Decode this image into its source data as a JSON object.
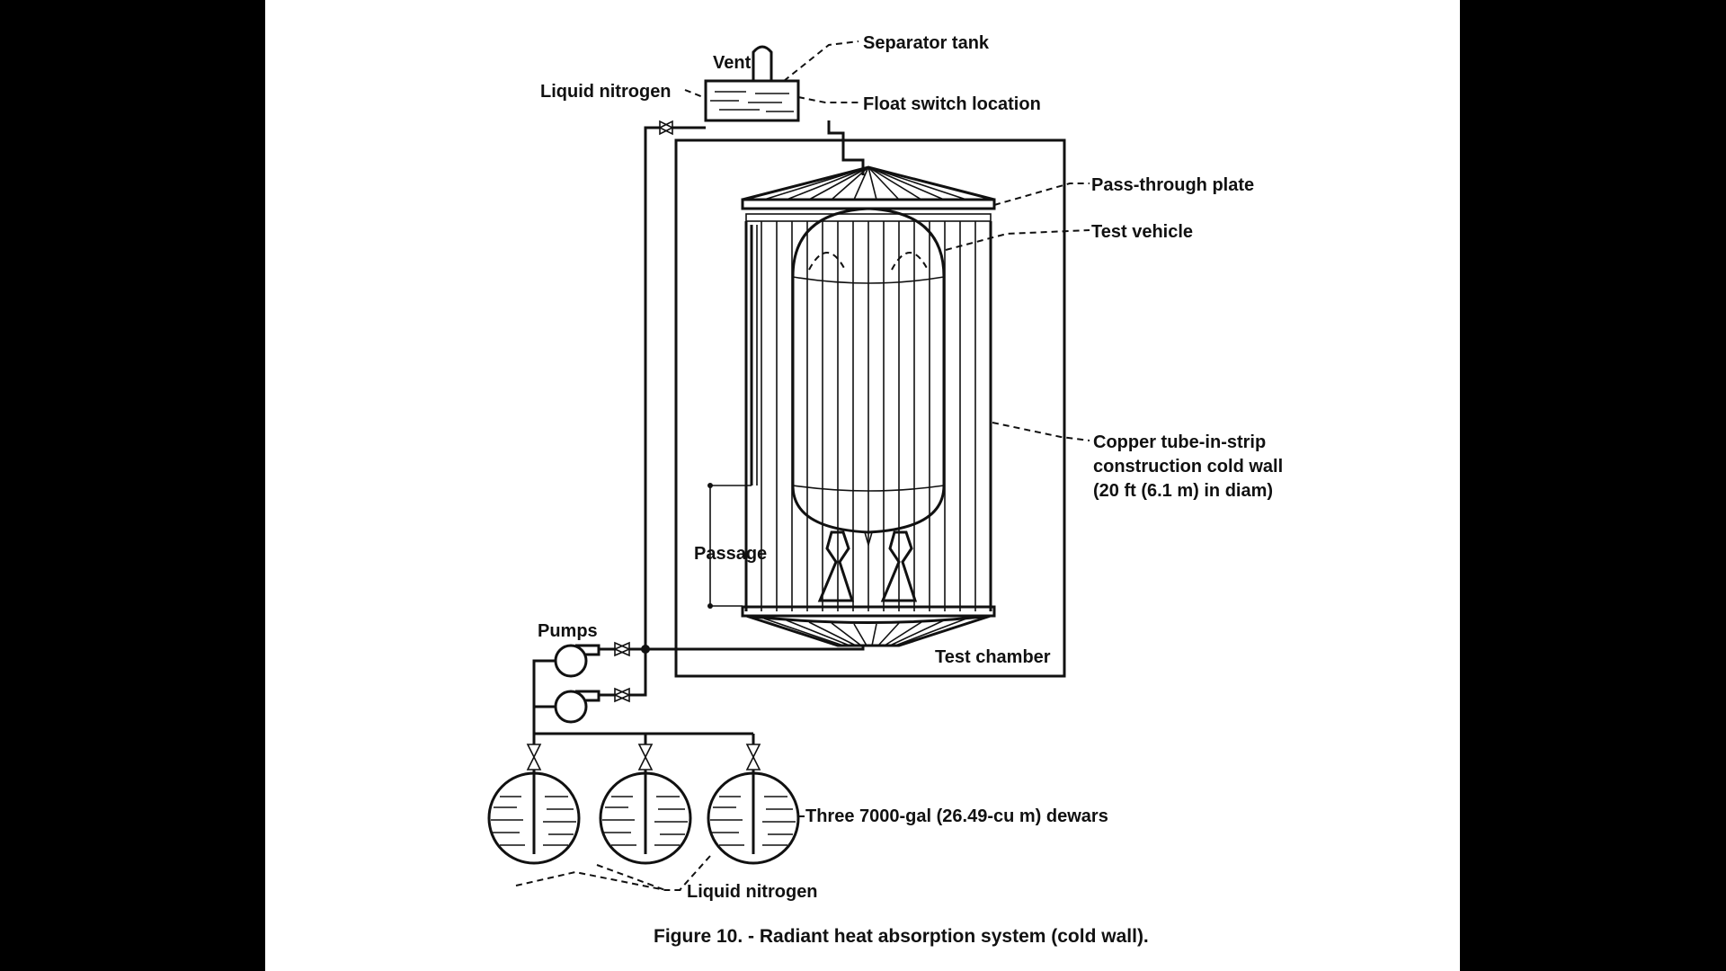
{
  "figure": {
    "caption": "Figure 10. - Radiant heat absorption system (cold wall).",
    "labels": {
      "vent": "Vent",
      "separator_tank": "Separator tank",
      "liquid_nitrogen_top": "Liquid nitrogen",
      "float_switch": "Float switch location",
      "pass_through_plate": "Pass-through plate",
      "test_vehicle": "Test vehicle",
      "cold_wall_line1": "Copper tube-in-strip",
      "cold_wall_line2": "construction cold wall",
      "cold_wall_line3": "(20 ft (6.1 m) in diam)",
      "passage": "Passage",
      "pumps": "Pumps",
      "test_chamber": "Test chamber",
      "dewars": "Three 7000-gal (26.49-cu m) dewars",
      "liquid_nitrogen_bottom": "Liquid nitrogen"
    }
  }
}
